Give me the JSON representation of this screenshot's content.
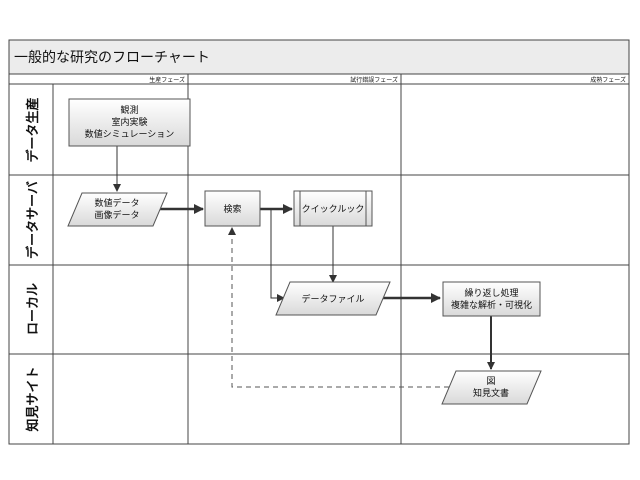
{
  "title": "一般的な研究のフローチャート",
  "phases": {
    "production": "生産フェーズ",
    "trial": "試行錯誤フェーズ",
    "mature": "成熟フェーズ"
  },
  "lanes": {
    "data_production": "データ生産",
    "data_server": "データサーバ",
    "local": "ローカル",
    "knowledge_site": "知見サイト"
  },
  "nodes": {
    "observation": [
      "観測",
      "室内実験",
      "数値シミュレーション"
    ],
    "numeric_data": [
      "数値データ",
      "画像データ"
    ],
    "search": [
      "検索"
    ],
    "quicklook": [
      "クイックルック"
    ],
    "data_file": [
      "データファイル"
    ],
    "processing": [
      "繰り返し処理",
      "複雑な解析・可視化"
    ],
    "figure_doc": [
      "図",
      "知見文書"
    ]
  },
  "colors": {
    "frame": "#444444",
    "header_bg": "#ececec",
    "box_top": "#ffffff",
    "box_bottom": "#d9d9d9",
    "arrow": "#333333"
  }
}
